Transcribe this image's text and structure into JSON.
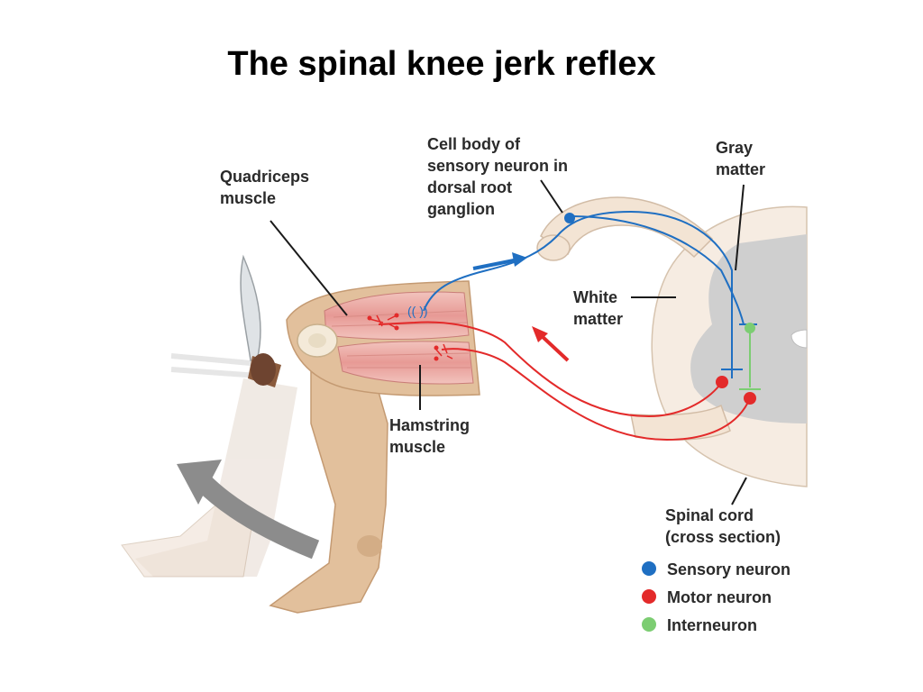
{
  "title": "The spinal knee jerk reflex",
  "labels": {
    "quadriceps": [
      "Quadriceps",
      "muscle"
    ],
    "cell_body": [
      "Cell body of",
      "sensory neuron in",
      "dorsal root",
      "ganglion"
    ],
    "gray_matter": [
      "Gray",
      "matter"
    ],
    "white_matter": [
      "White",
      "matter"
    ],
    "hamstring": [
      "Hamstring",
      "muscle"
    ],
    "spinal_cord": [
      "Spinal cord",
      "(cross section)"
    ]
  },
  "legend": [
    {
      "label": "Sensory neuron",
      "color": "#1f6fc2"
    },
    {
      "label": "Motor neuron",
      "color": "#e32a2a"
    },
    {
      "label": "Interneuron",
      "color": "#7ccd72"
    }
  ],
  "colors": {
    "sensory": "#1f6fc2",
    "motor": "#e32a2a",
    "interneuron": "#7ccd72",
    "skin": "#e2c09c",
    "muscle": "#e8a9a4",
    "nerve_sheath": "#f3e4d4",
    "gray_matter": "#cfcfcf",
    "white_matter": "#f6ece2",
    "hammer": "#8a5a3c",
    "motion_arrow": "#8c8c8c"
  }
}
